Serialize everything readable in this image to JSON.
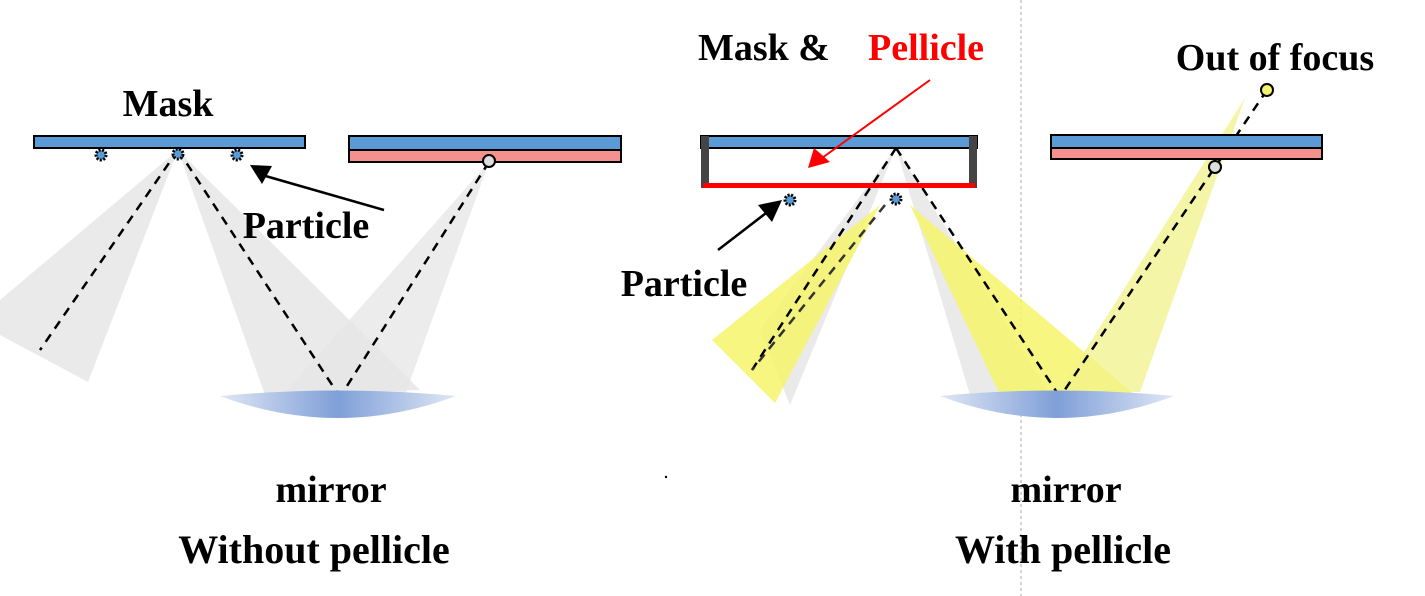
{
  "left_panel": {
    "mask_label": "Mask",
    "particle_label": "Particle",
    "mirror_label": "mirror",
    "caption": "Without pellicle"
  },
  "right_panel": {
    "mask_label": "Mask &",
    "pellicle_label": "Pellicle",
    "out_of_focus_label": "Out of focus",
    "particle_label": "Particle",
    "mirror_label": "mirror",
    "caption": "With pellicle"
  },
  "colors": {
    "mask_blue": "#5b9bd5",
    "pellicle_pink": "#f4908e",
    "pellicle_red": "#ff0000",
    "beam_gray": "#e6e6e6",
    "beam_yellow": "#f5f56a"
  }
}
